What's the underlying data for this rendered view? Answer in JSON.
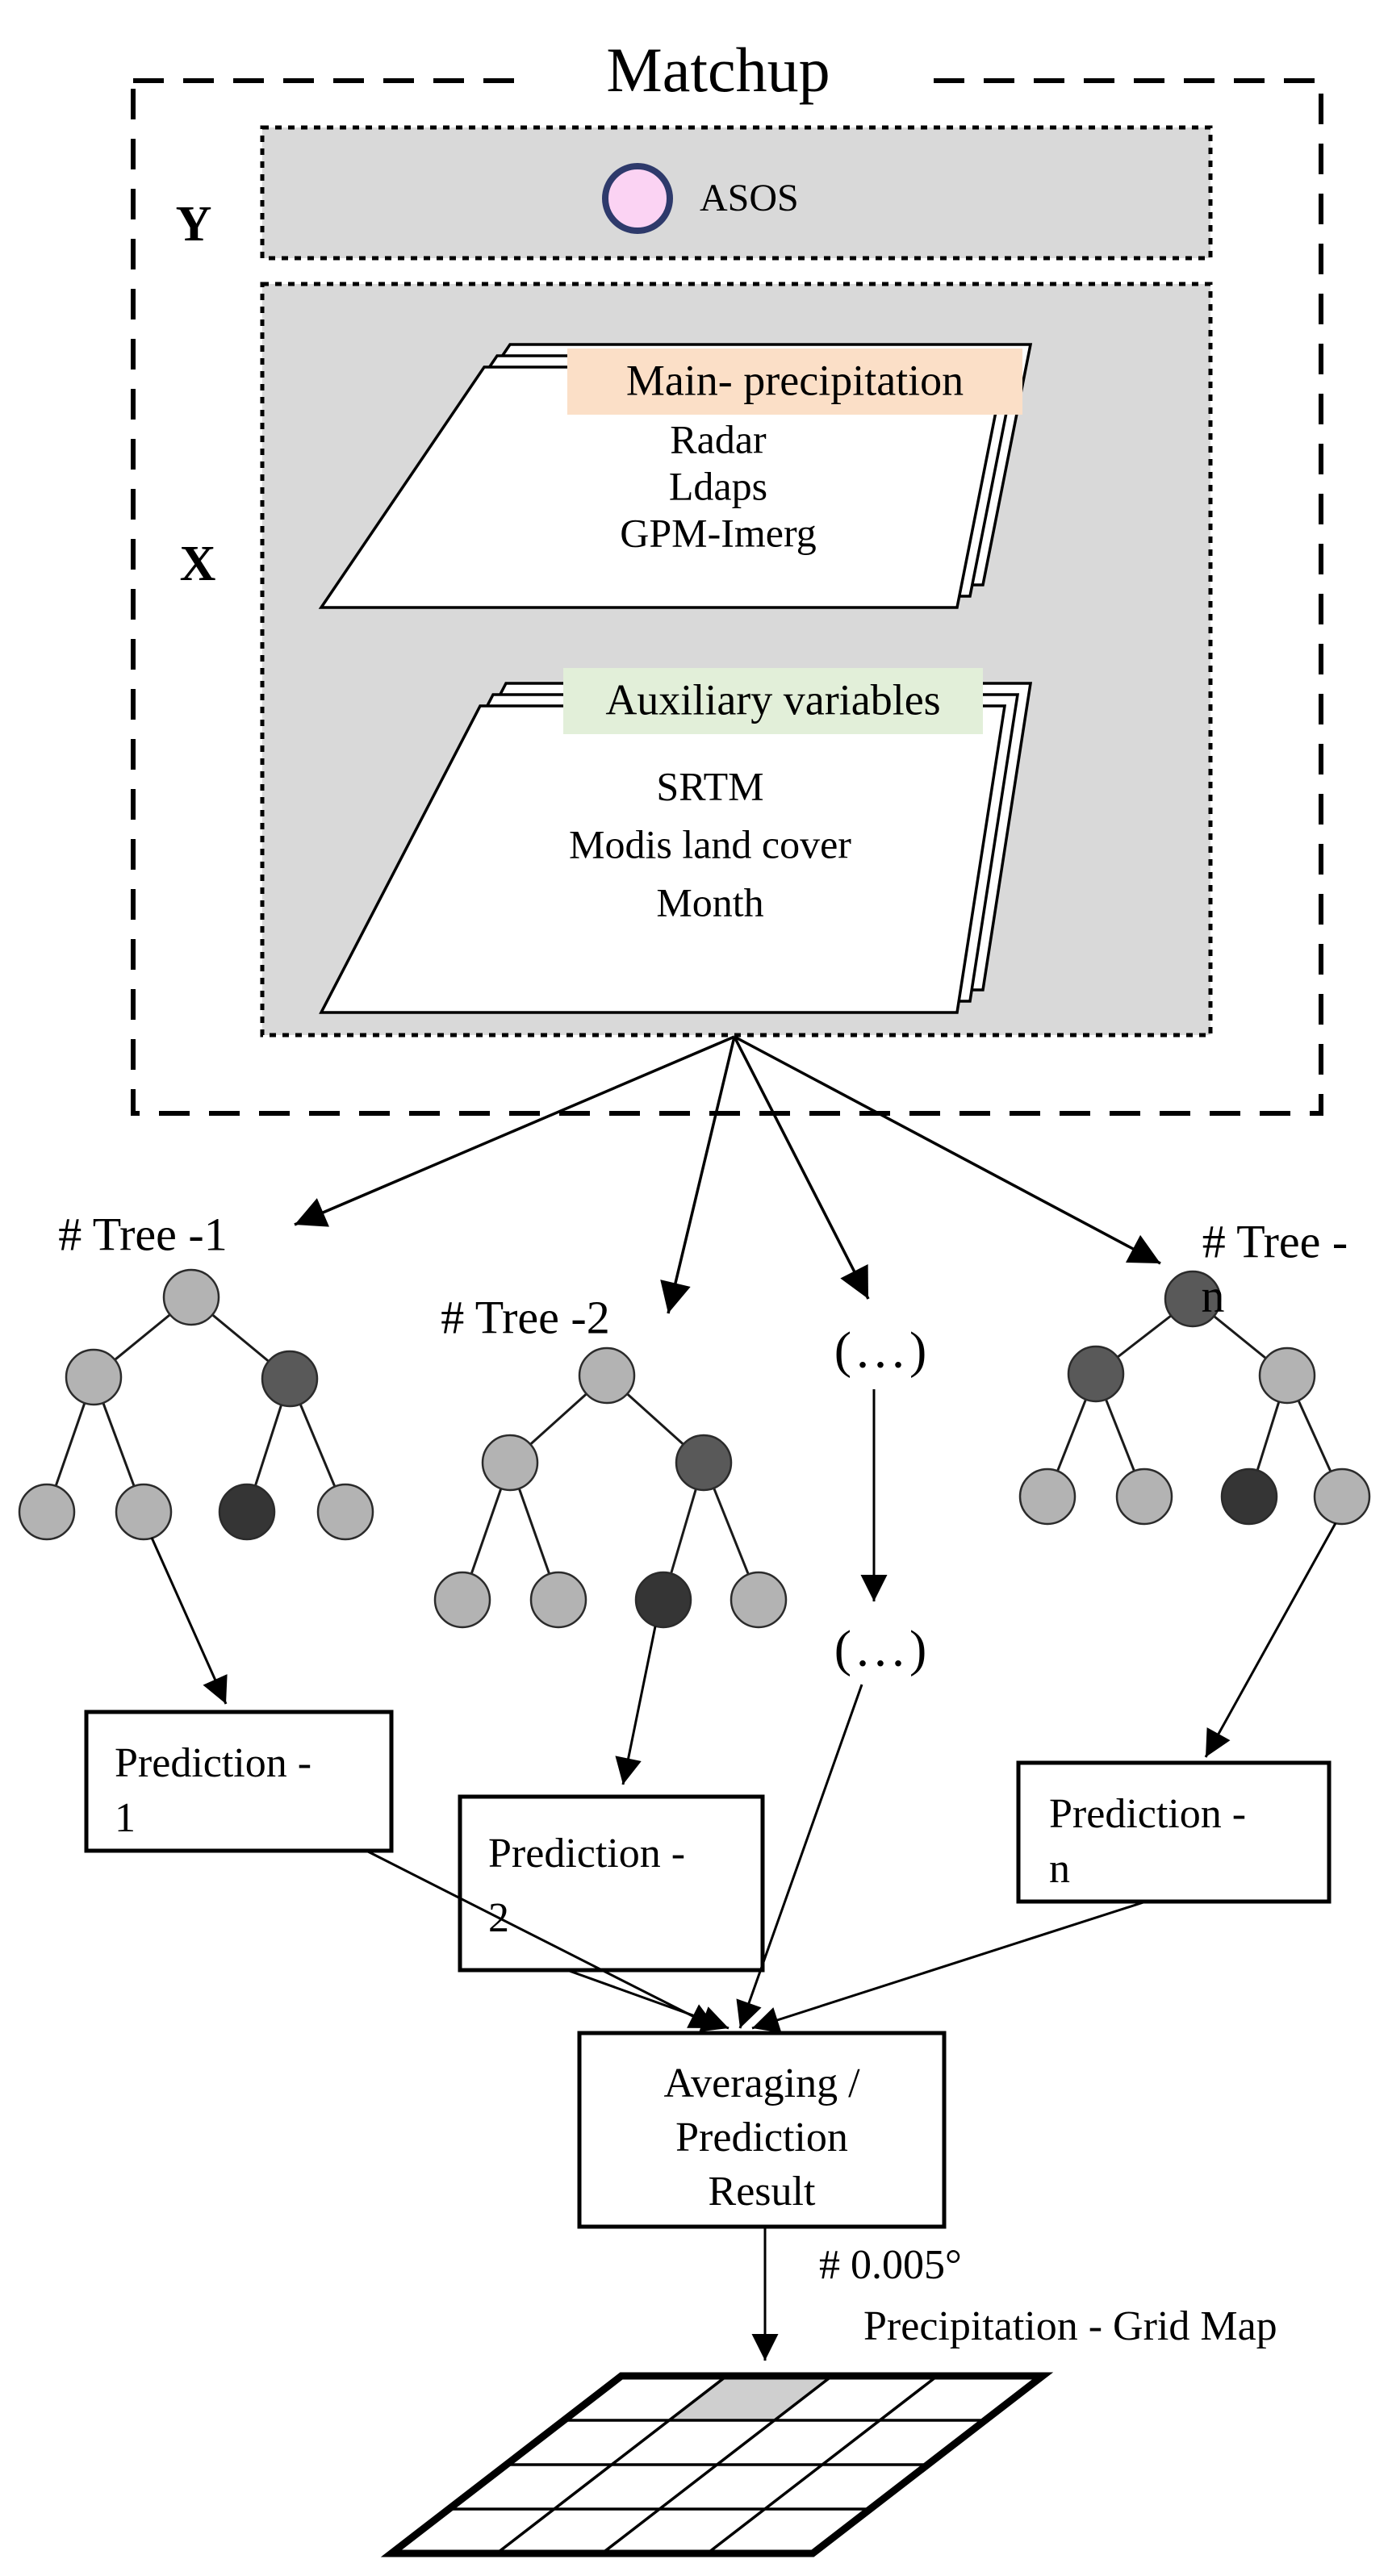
{
  "figure": {
    "title": "Matchup",
    "matchup_box": {
      "y_label": "Y",
      "x_label": "X",
      "asos": "ASOS",
      "main_stack": {
        "label": "Main- precipitation",
        "items": [
          "Radar",
          "Ldaps",
          "GPM-Imerg"
        ]
      },
      "aux_stack": {
        "label": "Auxiliary variables",
        "items": [
          "SRTM",
          "Modis land cover",
          "Month"
        ]
      }
    },
    "forest": {
      "tree1_label": "# Tree -1",
      "tree2_label": "# Tree -2",
      "treen_label": "# Tree -",
      "treen_label_wrap": "n",
      "ellipsis_top": "(...)",
      "ellipsis_bottom": "(...)"
    },
    "predictions": {
      "p1": [
        "Prediction -",
        "1"
      ],
      "p2": [
        "Prediction -",
        "2"
      ],
      "pn": [
        "Prediction -",
        "n"
      ]
    },
    "averaging": [
      "Averaging /",
      "Prediction",
      "Result"
    ],
    "output": {
      "resolution_note": "# 0.005°",
      "map_caption": "Precipitation - Grid Map"
    },
    "colors": {
      "panel_gray": "#d9d9d9",
      "peach": "#fbdfc7",
      "green": "#e2efd9",
      "pink": "#fbd3f3",
      "circle_border": "#2e3a6b",
      "node_light": "#b3b3b3",
      "node_dark": "#595959",
      "node_darkest": "#353535",
      "grid_cell_gray": "#cfcfcf",
      "line": "#000000"
    }
  }
}
